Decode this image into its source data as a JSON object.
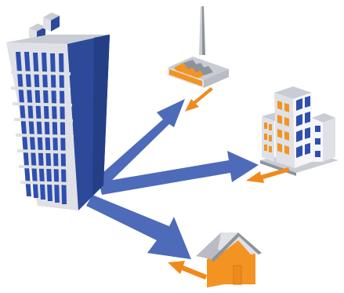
{
  "colors": {
    "background": "#ffffff",
    "flow_arrow": "#4d6bb8",
    "return_arrow": "#f08a1c",
    "building_light": "#dfe1e6",
    "building_dark": "#2d4a9a",
    "window_blue": "#2f4fb0",
    "window_orange": "#f39422",
    "roof_grey": "#b9bcc4"
  },
  "nodes": [
    {
      "name": "office-tower",
      "icon": "skyscraper-icon"
    },
    {
      "name": "factory",
      "icon": "factory-icon"
    },
    {
      "name": "commercial-building",
      "icon": "office-building-icon"
    },
    {
      "name": "house",
      "icon": "house-icon"
    }
  ],
  "flows": [
    {
      "from": "office-tower",
      "to": "factory",
      "kind": "outgoing"
    },
    {
      "from": "office-tower",
      "to": "commercial-building",
      "kind": "outgoing"
    },
    {
      "from": "office-tower",
      "to": "house",
      "kind": "outgoing"
    },
    {
      "from": "factory",
      "to": "office-tower",
      "kind": "return"
    },
    {
      "from": "commercial-building",
      "to": "office-tower",
      "kind": "return"
    },
    {
      "from": "house",
      "to": "office-tower",
      "kind": "return"
    }
  ]
}
